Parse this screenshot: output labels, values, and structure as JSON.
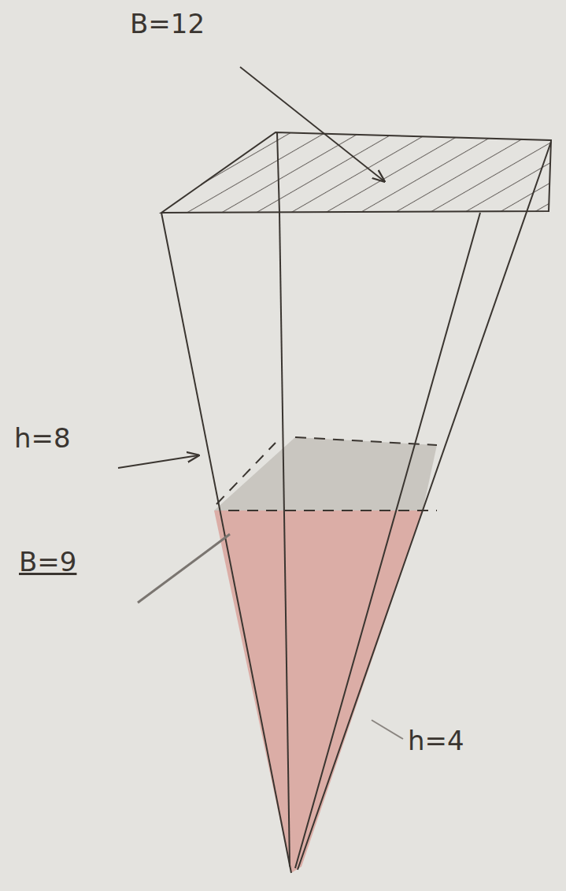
{
  "diagram": {
    "labels": [
      "B=12",
      "h=8",
      "B=9",
      "h=4"
    ]
  }
}
